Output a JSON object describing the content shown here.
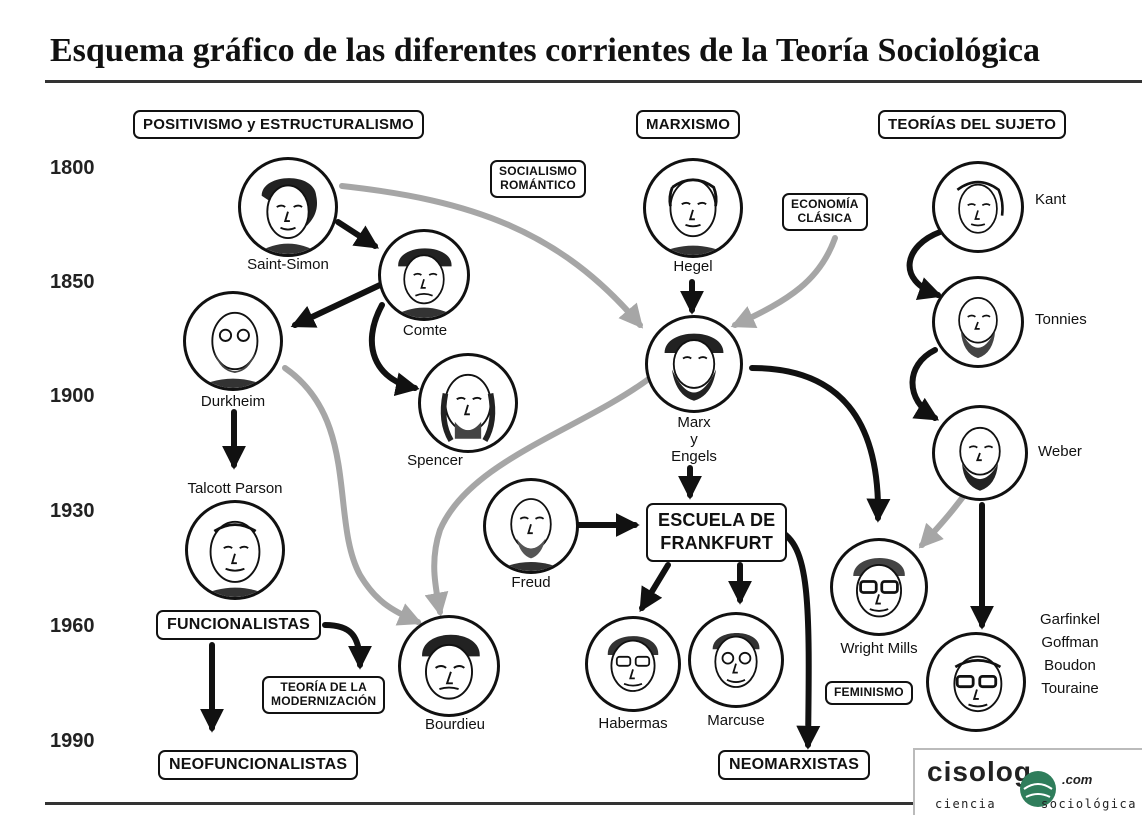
{
  "title": "Esquema gráfico de las diferentes corrientes de la Teoría Sociológica",
  "years": [
    "1800",
    "1850",
    "1900",
    "1930",
    "1960",
    "1990"
  ],
  "headers": {
    "positivismo": "POSITIVISMO y ESTRUCTURALISMO",
    "marxismo": "MARXISMO",
    "sujeto": "TEORÍAS DEL SUJETO"
  },
  "boxes": {
    "socialismo": [
      "SOCIALISMO",
      "ROMÁNTICO"
    ],
    "economia": [
      "ECONOMÍA",
      "CLÁSICA"
    ],
    "escuela": [
      "ESCUELA DE",
      "FRANKFURT"
    ],
    "funcionalistas": "FUNCIONALISTAS",
    "modernizacion": [
      "TEORÍA DE LA",
      "MODERNIZACIÓN"
    ],
    "neofuncionalistas": "NEOFUNCIONALISTAS",
    "neomarxistas": "NEOMARXISTAS",
    "feminismo": "FEMINISMO"
  },
  "people": {
    "saint_simon": "Saint-Simon",
    "comte": "Comte",
    "durkheim": "Durkheim",
    "spencer": "Spencer",
    "talcott": "Talcott Parson",
    "bourdieu": "Bourdieu",
    "hegel": "Hegel",
    "marx": [
      "Marx",
      "y",
      "Engels"
    ],
    "freud": "Freud",
    "habermas": "Habermas",
    "marcuse": "Marcuse",
    "kant": "Kant",
    "tonnies": "Tonnies",
    "weber": "Weber",
    "wright_mills": "Wright Mills",
    "garfinkel_group": [
      "Garfinkel",
      "Goffman",
      "Boudon",
      "Touraine"
    ]
  },
  "logo": {
    "word": "cisolog",
    "domain": ".com",
    "sub1": "ciencia",
    "sub2": "sociológica"
  },
  "colors": {
    "black_arrow": "#111111",
    "gray_arrow": "#a6a6a6"
  }
}
